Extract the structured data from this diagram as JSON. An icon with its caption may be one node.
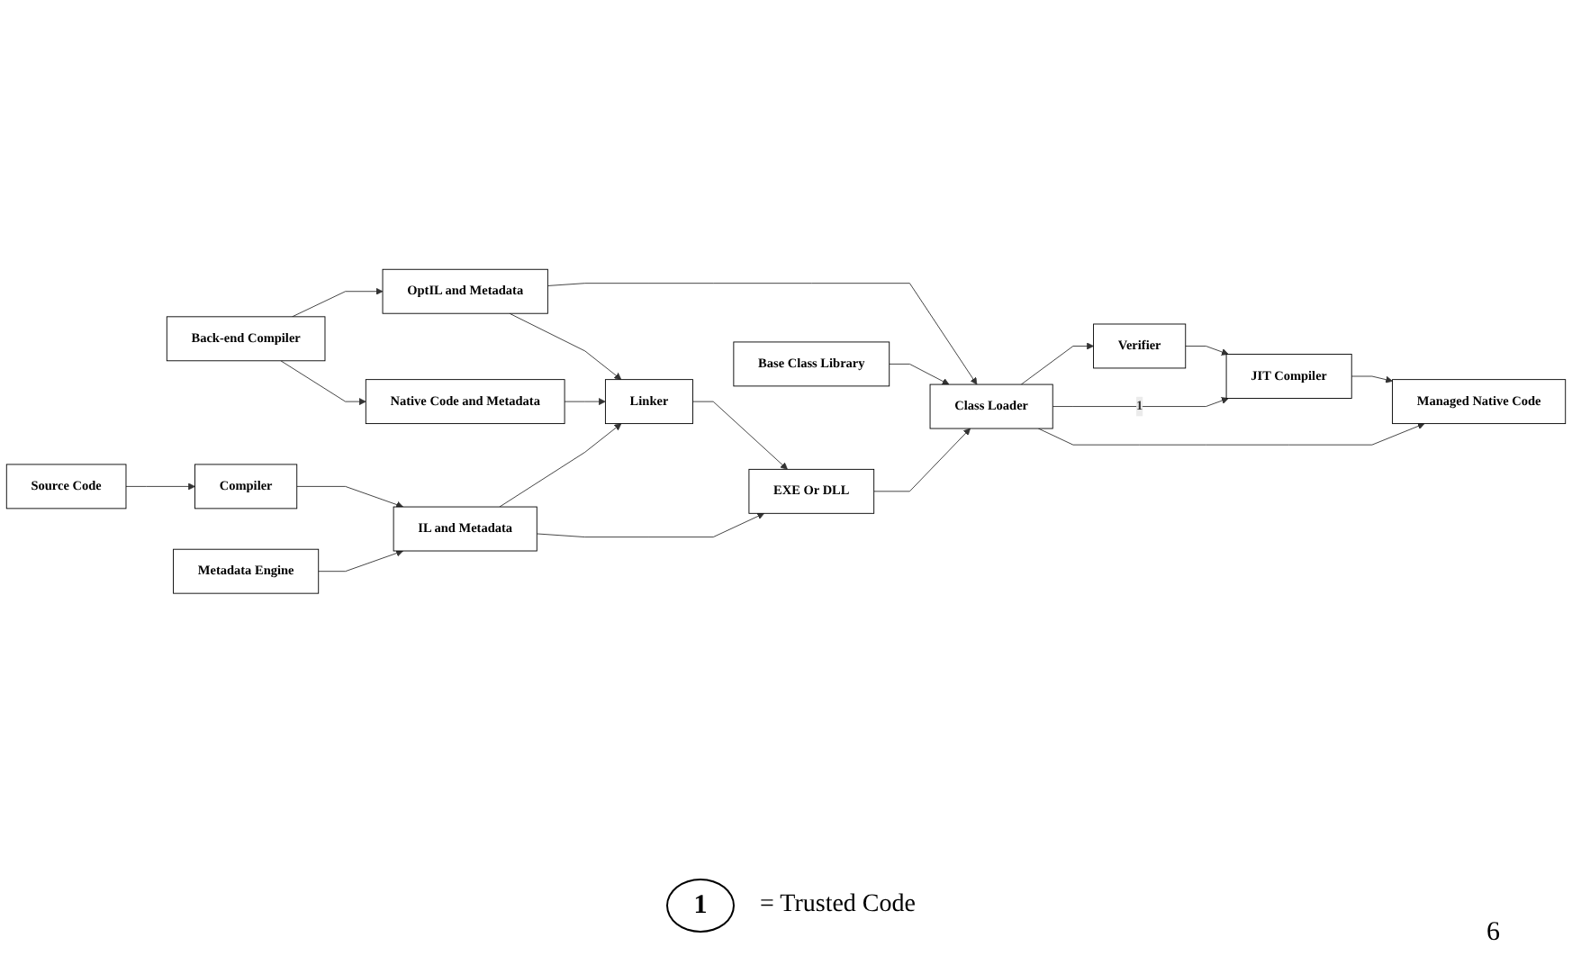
{
  "diagram": {
    "nodes": [
      {
        "text": [
          "Back-end Compiler"
        ]
      },
      {
        "text": [
          "OptIL and Metadata"
        ]
      },
      {
        "text": [
          "Native Code and Metadata"
        ]
      },
      {
        "text": [
          "Source Code"
        ]
      },
      {
        "text": [
          "Compiler"
        ]
      },
      {
        "text": [
          "IL and Metadata"
        ]
      },
      {
        "text": [
          "Metadata Engine"
        ]
      },
      {
        "text": [
          "Linker"
        ]
      },
      {
        "text": [
          "EXE Or DLL"
        ]
      },
      {
        "text": [
          "Base Class Library"
        ]
      },
      {
        "text": [
          "Class Loader"
        ]
      },
      {
        "text": [
          "Verifier"
        ]
      },
      {
        "text": [
          "JIT Compiler"
        ]
      },
      {
        "text": [
          "Managed Native Code"
        ]
      }
    ],
    "edges": [
      {
        "from": 0,
        "to": 1,
        "arrow": "to"
      },
      {
        "from": 0,
        "to": 2,
        "arrow": "to"
      },
      {
        "from": 1,
        "to": 10,
        "arrow": "to"
      },
      {
        "from": 1,
        "to": 7,
        "arrow": "to"
      },
      {
        "from": 2,
        "to": 7,
        "arrow": "to"
      },
      {
        "from": 3,
        "to": 4,
        "arrow": "to"
      },
      {
        "from": 4,
        "to": 5,
        "arrow": "to"
      },
      {
        "from": 6,
        "to": 5,
        "arrow": "to"
      },
      {
        "from": 5,
        "to": 7,
        "arrow": "to"
      },
      {
        "from": 5,
        "to": 8,
        "arrow": "to"
      },
      {
        "from": 7,
        "to": 8,
        "arrow": "to"
      },
      {
        "from": 8,
        "to": 10,
        "arrow": "to"
      },
      {
        "from": 9,
        "to": 10,
        "arrow": "to"
      },
      {
        "from": 10,
        "to": 11,
        "arrow": "to"
      },
      {
        "from": 11,
        "to": 12,
        "arrow": "to"
      },
      {
        "from": 12,
        "to": 13,
        "arrow": "to"
      },
      {
        "from": 10,
        "to": 12,
        "arrow": "to",
        "label": "1"
      },
      {
        "from": 10,
        "to": 13,
        "arrow": "to"
      }
    ],
    "labels": [
      "1",
      "6"
    ],
    "legend": [
      {
        "text": "= Trusted Code"
      }
    ]
  }
}
